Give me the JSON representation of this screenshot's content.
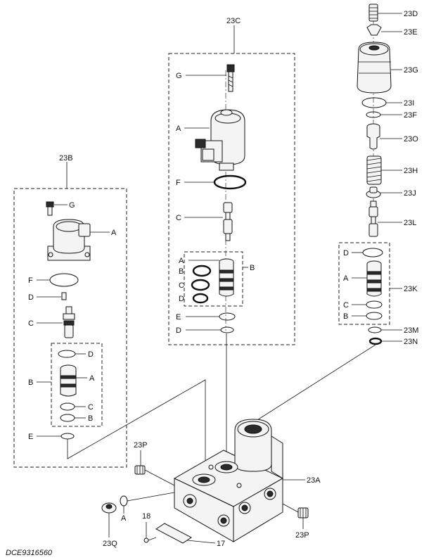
{
  "drawing_code": "DCE9316560",
  "labels": {
    "g23C": "23C",
    "g23B": "23B",
    "c_G": "G",
    "c_A": "A",
    "c_F": "F",
    "c_C": "C",
    "c_A2": "A",
    "c_B1": "B",
    "c_C2": "C",
    "c_D1": "D",
    "c_Bg": "B",
    "c_E": "E",
    "c_D2": "D",
    "b_G": "G",
    "b_A": "A",
    "b_F": "F",
    "b_D": "D",
    "b_C": "C",
    "b_D2": "D",
    "b_A2": "A",
    "b_Bg": "B",
    "b_C2": "C",
    "b_B2": "B",
    "b_E": "E",
    "r23D": "23D",
    "r23E": "23E",
    "r23G": "23G",
    "r23I": "23I",
    "r23F": "23F",
    "r23O": "23O",
    "r23H": "23H",
    "r23J": "23J",
    "r23L": "23L",
    "r_D": "D",
    "r_A": "A",
    "r23K": "23K",
    "r_C": "C",
    "r_B": "B",
    "r23M": "23M",
    "r23N": "23N",
    "l23P1": "23P",
    "l23A": "23A",
    "l18": "18",
    "lA": "A",
    "l23Q": "23Q",
    "l17": "17",
    "l23P2": "23P"
  }
}
